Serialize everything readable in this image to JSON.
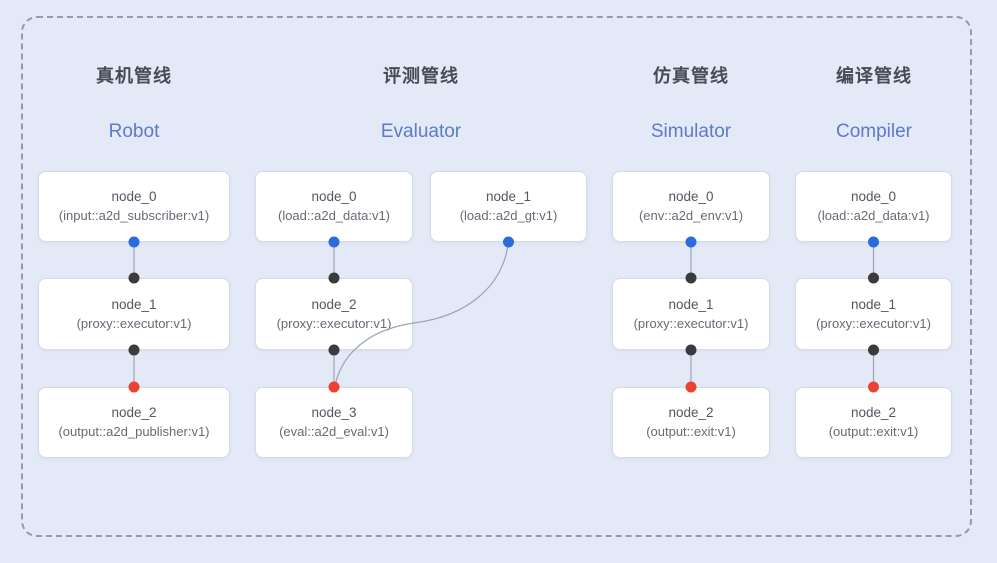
{
  "diagram": {
    "pipelines": [
      {
        "title_zh": "真机管线",
        "title_en": "Robot",
        "nodes": [
          {
            "name": "node_0",
            "type": "(input::a2d_subscriber:v1)"
          },
          {
            "name": "node_1",
            "type": "(proxy::executor:v1)"
          },
          {
            "name": "node_2",
            "type": "(output::a2d_publisher:v1)"
          }
        ]
      },
      {
        "title_zh": "评测管线",
        "title_en": "Evaluator",
        "nodes": [
          {
            "name": "node_0",
            "type": "(load::a2d_data:v1)"
          },
          {
            "name": "node_1",
            "type": "(load::a2d_gt:v1)"
          },
          {
            "name": "node_2",
            "type": "(proxy::executor:v1)"
          },
          {
            "name": "node_3",
            "type": "(eval::a2d_eval:v1)"
          }
        ]
      },
      {
        "title_zh": "仿真管线",
        "title_en": "Simulator",
        "nodes": [
          {
            "name": "node_0",
            "type": "(env::a2d_env:v1)"
          },
          {
            "name": "node_1",
            "type": "(proxy::executor:v1)"
          },
          {
            "name": "node_2",
            "type": "(output::exit:v1)"
          }
        ]
      },
      {
        "title_zh": "编译管线",
        "title_en": "Compiler",
        "nodes": [
          {
            "name": "node_0",
            "type": "(load::a2d_data:v1)"
          },
          {
            "name": "node_1",
            "type": "(proxy::executor:v1)"
          },
          {
            "name": "node_2",
            "type": "(output::exit:v1)"
          }
        ]
      }
    ],
    "colors": {
      "output_port": "#2a6cdd",
      "relay_port": "#3b3b3d",
      "final_port": "#ef4130",
      "header_accent": "#5c7bc8",
      "background": "#e4e9f7"
    }
  }
}
